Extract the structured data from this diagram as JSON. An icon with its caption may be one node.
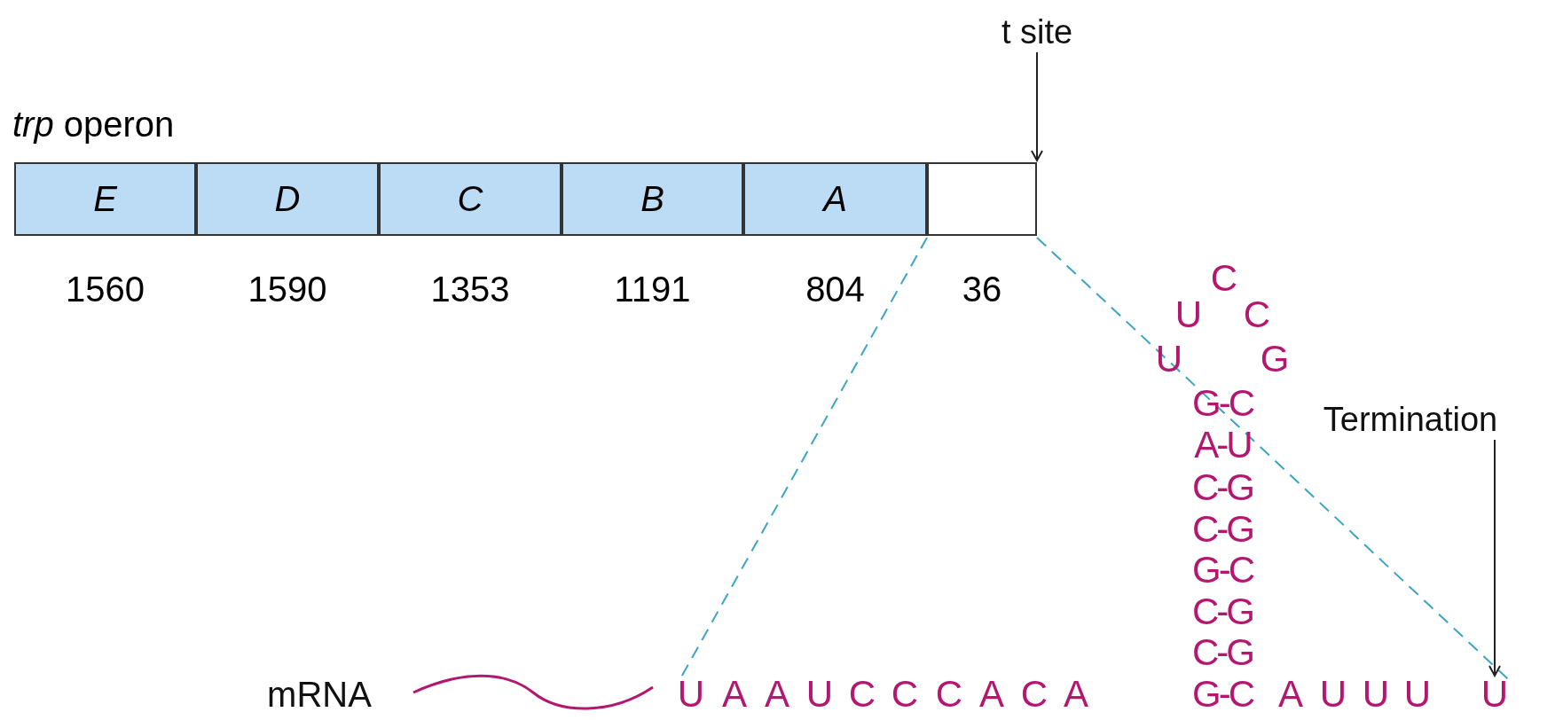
{
  "diagram": {
    "nodes": [
      {
        "text": [
          "*trp* operon"
        ]
      },
      {
        "text": [
          "E"
        ],
        "in": 0,
        "beside": [
          "1560"
        ]
      },
      {
        "text": [
          "D"
        ],
        "in": 0,
        "beside": [
          "1590"
        ]
      },
      {
        "text": [
          "C"
        ],
        "in": 0,
        "beside": [
          "1353"
        ]
      },
      {
        "text": [
          "B"
        ],
        "in": 0,
        "beside": [
          "1191"
        ]
      },
      {
        "text": [
          "A"
        ],
        "in": 0,
        "beside": [
          "804"
        ]
      },
      {
        "text": [],
        "shape": "box",
        "in": 0,
        "beside": [
          "36"
        ]
      },
      {
        "text": [
          "t site"
        ]
      },
      {
        "text": [
          "Termination"
        ]
      },
      {
        "text": [
          "U"
        ]
      },
      {
        "text": [
          "U"
        ]
      }
    ],
    "edges": [
      {
        "from": 7,
        "to": 6,
        "arrow": "to"
      },
      {
        "from": 6,
        "to": 9,
        "arrow": "none",
        "style": "dashed",
        "color": "#3aa5c5"
      },
      {
        "from": 6,
        "to": 10,
        "arrow": "none",
        "style": "dashed",
        "color": "#3aa5c5"
      },
      {
        "from": 8,
        "to": 10,
        "arrow": "to"
      }
    ],
    "labels": [
      "C",
      "U",
      "C",
      "U",
      "G",
      "G-C",
      "A-U",
      "C-G",
      "C-G",
      "G-C",
      "C-G",
      "C-G",
      "mRNA",
      "A",
      "A",
      "U",
      "C",
      "C",
      "C",
      "A",
      "C",
      "A",
      "G-C",
      "A",
      "U",
      "U",
      "U"
    ]
  }
}
